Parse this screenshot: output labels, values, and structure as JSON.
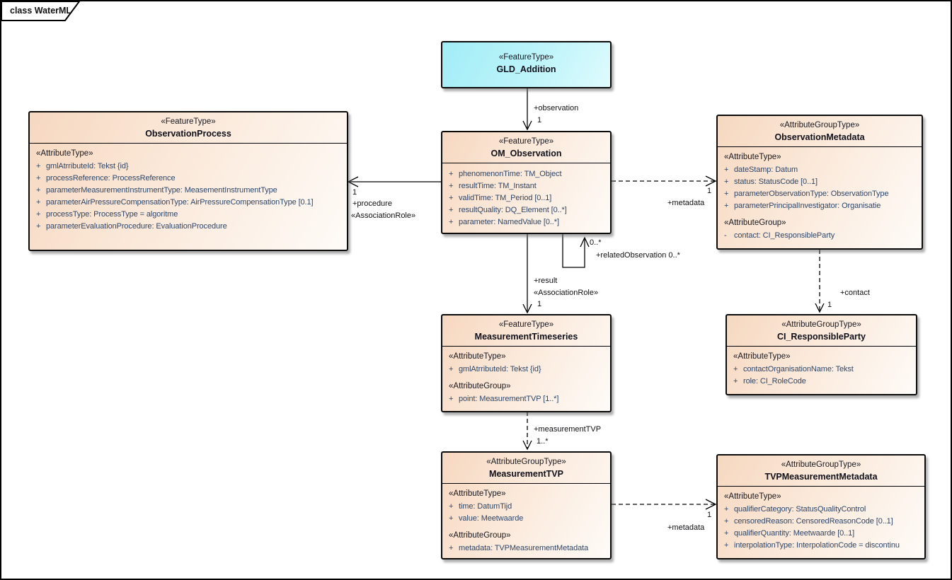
{
  "frame": {
    "tab_label": "class WaterML"
  },
  "colors": {
    "background": "#ffffff",
    "class_fill_start": "#f6d8c0",
    "class_fill_end": "#fefbf8",
    "gld_fill": "#aceef6",
    "border": "#000000",
    "attribute_text": "#2e4668",
    "shadow": "#6e6e6e"
  },
  "classes": {
    "gld_addition": {
      "stereotype": "«FeatureType»",
      "name": "GLD_Addition"
    },
    "observation_process": {
      "stereotype": "«FeatureType»",
      "name": "ObservationProcess",
      "sections": [
        {
          "heading": "«AttributeType»",
          "rows": [
            {
              "vis": "+",
              "text": "gmlAtrributeId: Tekst {id}"
            },
            {
              "vis": "+",
              "text": "processReference: ProcessReference"
            },
            {
              "vis": "+",
              "text": "parameterMeasurementInstrumentType: MeasementInstrumentType"
            },
            {
              "vis": "+",
              "text": "parameterAirPressureCompensationType: AirPressureCompensationType [0.1]"
            },
            {
              "vis": "+",
              "text": "processType: ProcessType = algoritme"
            },
            {
              "vis": "+",
              "text": "parameterEvaluationProcedure: EvaluationProcedure"
            }
          ]
        }
      ]
    },
    "om_observation": {
      "stereotype": "«FeatureType»",
      "name": "OM_Observation",
      "rows": [
        {
          "vis": "+",
          "text": "phenomenonTime: TM_Object"
        },
        {
          "vis": "+",
          "text": "resultTime: TM_Instant"
        },
        {
          "vis": "+",
          "text": "validTime: TM_Period [0..1]"
        },
        {
          "vis": "+",
          "text": "resultQuality: DQ_Element [0..*]"
        },
        {
          "vis": "+",
          "text": "parameter: NamedValue [0..*]"
        }
      ]
    },
    "observation_metadata": {
      "stereotype": "«AttributeGroupType»",
      "name": "ObservationMetadata",
      "sections": [
        {
          "heading": "«AttributeType»",
          "rows": [
            {
              "vis": "+",
              "text": "dateStamp: Datum"
            },
            {
              "vis": "+",
              "text": "status: StatusCode [0..1]"
            },
            {
              "vis": "+",
              "text": "parameterObservationType: ObservationType"
            },
            {
              "vis": "+",
              "text": "parameterPrincipalInvestigator: Organisatie"
            }
          ]
        },
        {
          "heading": "«AttributeGroup»",
          "rows": [
            {
              "vis": "-",
              "text": "contact: CI_ResponsibleParty"
            }
          ]
        }
      ]
    },
    "measurement_timeseries": {
      "stereotype": "«FeatureType»",
      "name": "MeasurementTimeseries",
      "sections": [
        {
          "heading": "«AttributeType»",
          "rows": [
            {
              "vis": "+",
              "text": "gmlAtrributeId: Tekst {id}"
            }
          ]
        },
        {
          "heading": "«AttributeGroup»",
          "rows": [
            {
              "vis": "+",
              "text": "point: MeasurementTVP [1..*]"
            }
          ]
        }
      ]
    },
    "ci_responsible_party": {
      "stereotype": "«AttributeGroupType»",
      "name": "CI_ResponsibleParty",
      "sections": [
        {
          "heading": "«AttributeType»",
          "rows": [
            {
              "vis": "+",
              "text": "contactOrganisationName: Tekst"
            },
            {
              "vis": "+",
              "text": "role: CI_RoleCode"
            }
          ]
        }
      ]
    },
    "measurement_tvp": {
      "stereotype": "«AttributeGroupType»",
      "name": "MeasurementTVP",
      "sections": [
        {
          "heading": "«AttributeType»",
          "rows": [
            {
              "vis": "+",
              "text": "time: DatumTijd"
            },
            {
              "vis": "+",
              "text": "value: Meetwaarde"
            }
          ]
        },
        {
          "heading": "«AttributeGroup»",
          "rows": [
            {
              "vis": "+",
              "text": "metadata: TVPMeasurementMetadata"
            }
          ]
        }
      ]
    },
    "tvp_measurement_metadata": {
      "stereotype": "«AttributeGroupType»",
      "name": "TVPMeasurementMetadata",
      "sections": [
        {
          "heading": "«AttributeType»",
          "rows": [
            {
              "vis": "+",
              "text": "qualifierCategory: StatusQualityControl"
            },
            {
              "vis": "+",
              "text": "censoredReason: CensoredReasonCode [0..1]"
            },
            {
              "vis": "+",
              "text": "qualifierQuantity: Meetwaarde [0..1]"
            },
            {
              "vis": "+",
              "text": "interpolationType: InterpolationCode = discontinu"
            }
          ]
        }
      ]
    }
  },
  "connectors": {
    "observation": {
      "label": "+observation",
      "mult": "1"
    },
    "procedure": {
      "mult": "1",
      "label": "+procedure",
      "stereotype": "«AssociationRole»"
    },
    "metadata_observation": {
      "mult": "1",
      "label": "+metadata"
    },
    "related_observation": {
      "mult": "0..*",
      "label": "+relatedObservation 0..*"
    },
    "result": {
      "label": "+result",
      "stereotype": "«AssociationRole»",
      "mult": "1"
    },
    "contact": {
      "label": "+contact",
      "mult": "1"
    },
    "measurement_tvp": {
      "label": "+measurementTVP",
      "mult": "1..*"
    },
    "metadata_tvp": {
      "mult": "1",
      "label": "+metadata"
    }
  }
}
